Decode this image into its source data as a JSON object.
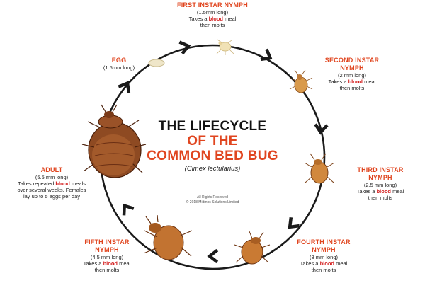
{
  "title": {
    "line1": "THE LIFECYCLE",
    "line2": "OF THE",
    "line3": "COMMON BED BUG",
    "scientific_name": "(Cimex lectularius)"
  },
  "copyright": {
    "line1": "All Rights Reserved",
    "line2": "© 2018 Midmos Solutions Limited"
  },
  "stages": {
    "first": {
      "title1": "FIRST INSTAR NYMPH",
      "size": "(1.5mm long)",
      "line1": "Takes a",
      "blood": "blood",
      "line1b": "meal",
      "line2": "then molts"
    },
    "second": {
      "title1": "SECOND INSTAR",
      "title2": "NYMPH",
      "size": "(2 mm long)",
      "line1": "Takes a",
      "blood": "blood",
      "line1b": "meal",
      "line2": "then molts"
    },
    "third": {
      "title1": "THIRD INSTAR",
      "title2": "NYMPH",
      "size": "(2.5 mm long)",
      "line1": "Takes a",
      "blood": "blood",
      "line1b": "meal",
      "line2": "then molts"
    },
    "fourth": {
      "title1": "FOURTH INSTAR",
      "title2": "NYMPH",
      "size": "(3 mm long)",
      "line1": "Takes a",
      "blood": "blood",
      "line1b": "meal",
      "line2": "then molts"
    },
    "fifth": {
      "title1": "FIFTH INSTAR",
      "title2": "NYMPH",
      "size": "(4.5 mm long)",
      "line1": "Takes a",
      "blood": "blood",
      "line1b": "meal",
      "line2": "then molts"
    },
    "adult": {
      "title1": "ADULT",
      "size": "(5.5 mm long)",
      "line1": "Takes repeated",
      "blood": "blood",
      "line1b": "meals",
      "line2": "over several weeks. Females",
      "line3": "lay up to 5 eggs per day"
    },
    "egg": {
      "title1": "EGG",
      "size": "(1.5mm long)"
    }
  },
  "colors": {
    "accent": "#e0451f",
    "blood": "#d42020",
    "cycle_line": "#1a1a1a",
    "bug_body": "#b5652d",
    "bug_dark": "#6b2f14",
    "egg": "#efe6c9"
  }
}
